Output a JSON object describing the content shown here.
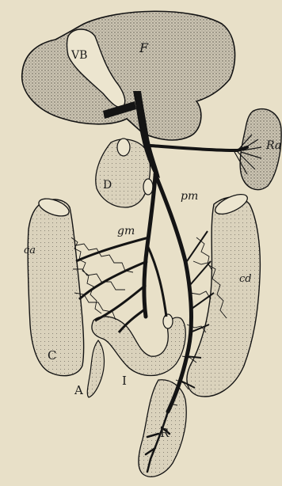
{
  "figure": {
    "colors": {
      "paper": "#e8e0c8",
      "ink": "#141414",
      "organ_fill": "#bdb7a8",
      "organ_light": "#d8d0bb"
    },
    "labels": {
      "liver": "F",
      "gallbladder": "VB",
      "spleen": "Ra",
      "duodenum": "D",
      "vein_mesenteric_small": "pm",
      "vein_mesenteric_large": "gm",
      "colon_ascending": "ca",
      "colon_descending": "cd",
      "cecum": "C",
      "appendix": "A",
      "ileum": "I",
      "rectum": "R"
    }
  }
}
